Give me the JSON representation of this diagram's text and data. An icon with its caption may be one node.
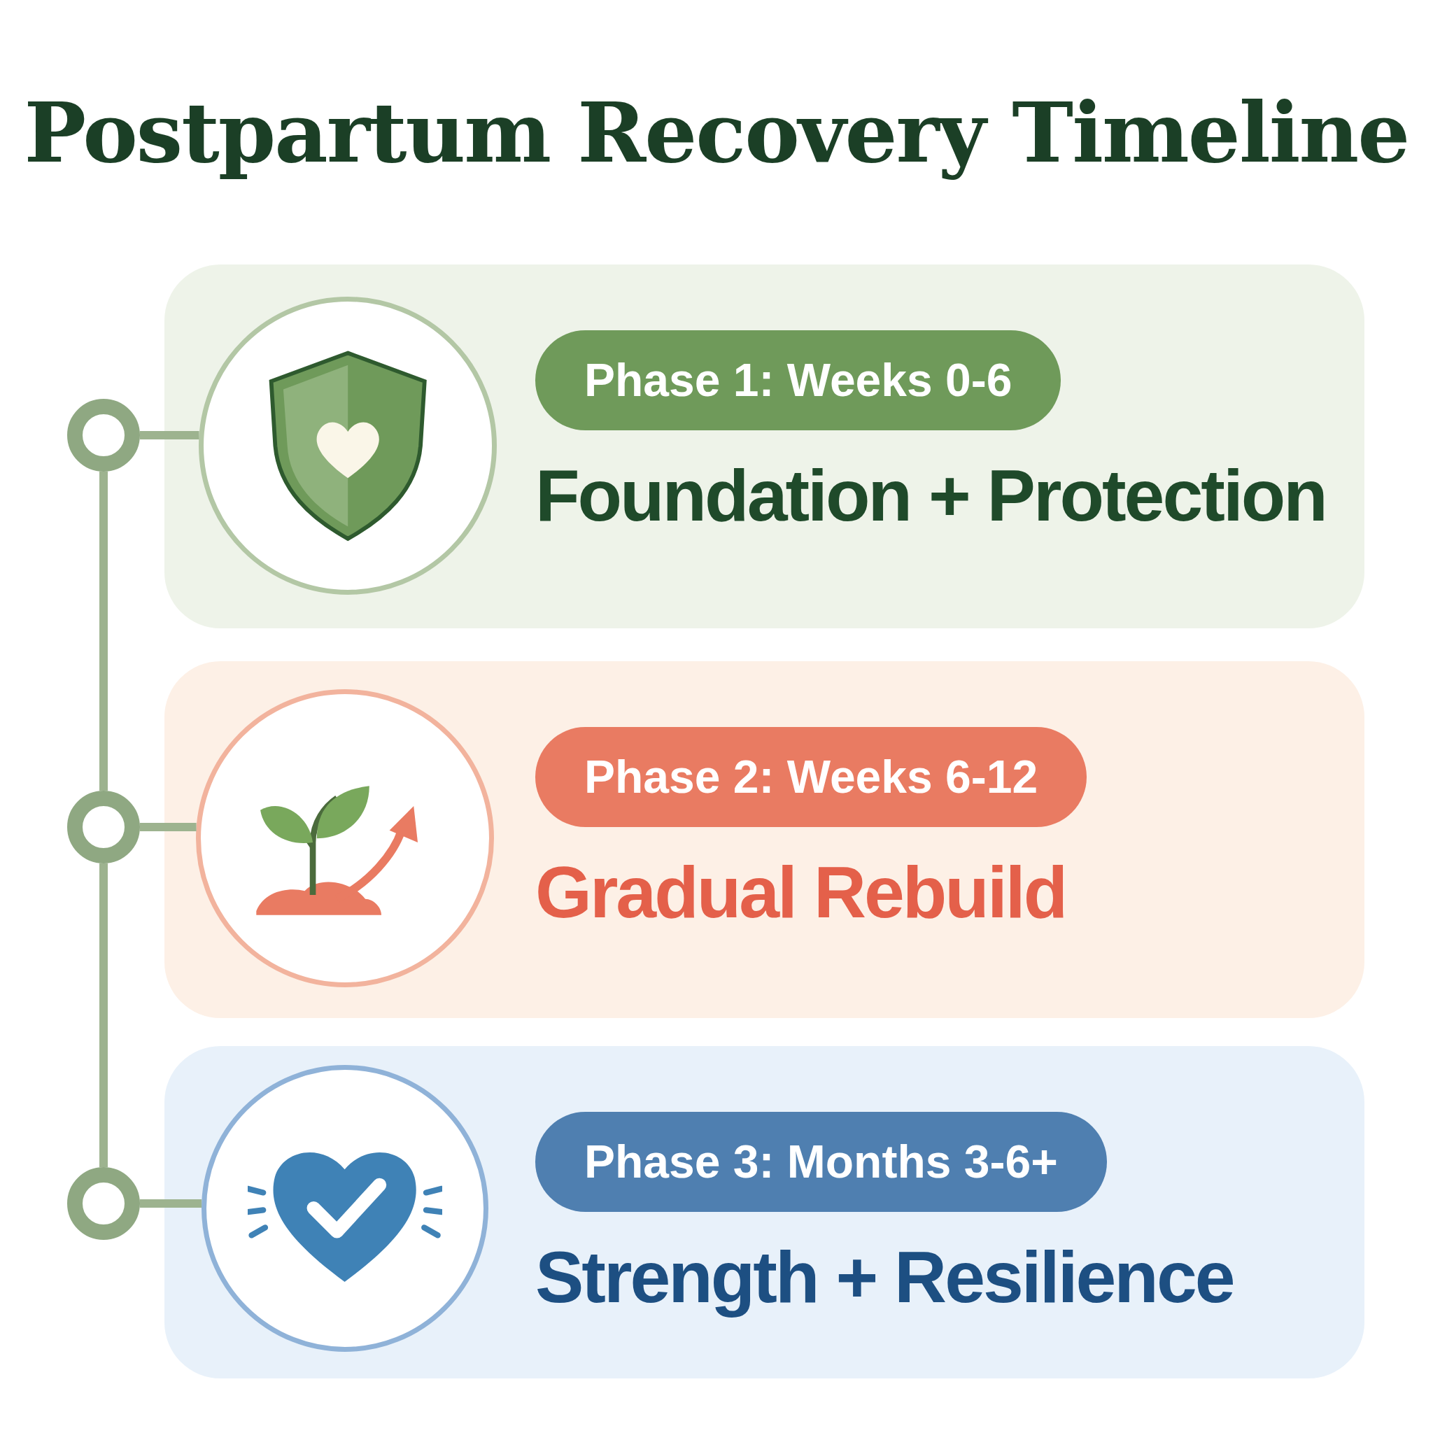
{
  "diagram": {
    "title": "Postpartum Recovery Timeline",
    "nodes": [
      {
        "text": [
          "Phase 1: Weeks 0-6",
          "Foundation + Protection"
        ]
      },
      {
        "text": [
          "Phase 2: Weeks 6-12",
          "Gradual Rebuild"
        ]
      },
      {
        "text": [
          "Phase 3: Months 3-6+",
          "Strength + Resilience"
        ]
      },
      {
        "text": [],
        "shape": "circle"
      },
      {
        "text": [],
        "shape": "circle"
      },
      {
        "text": [],
        "shape": "circle"
      },
      {
        "text": [],
        "shape": "circle",
        "in": 0
      },
      {
        "text": [],
        "shape": "circle",
        "in": 1
      },
      {
        "text": [],
        "shape": "circle",
        "in": 2
      }
    ],
    "edges": [
      {
        "from": 3,
        "to": 4,
        "arrow": "none"
      },
      {
        "from": 4,
        "to": 5,
        "arrow": "none"
      },
      {
        "from": 3,
        "to": 6,
        "arrow": "none"
      },
      {
        "from": 4,
        "to": 7,
        "arrow": "none"
      },
      {
        "from": 5,
        "to": 8,
        "arrow": "none"
      }
    ]
  }
}
